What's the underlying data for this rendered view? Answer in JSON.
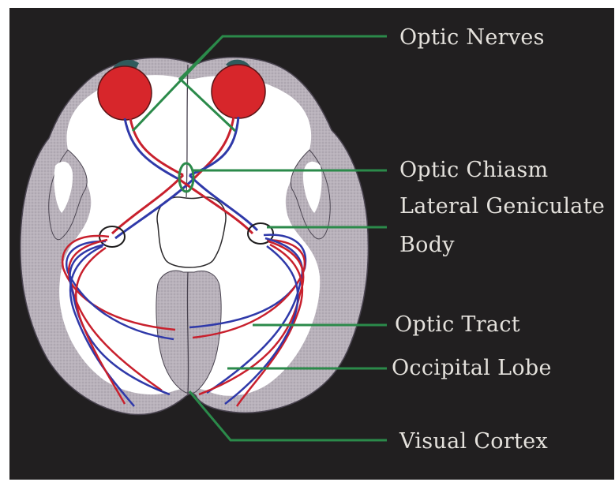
{
  "diagram": {
    "colors": {
      "background": "#211f20",
      "cortex_gray": "#b8b1ba",
      "white_matter": "#ffffff",
      "eye_red": "#d7262b",
      "eye_cap": "#2f5b5c",
      "left_pathway": "#c8202d",
      "right_pathway": "#2f39a9",
      "leader_line": "#2b8a4a",
      "label_text": "#e4e1dc"
    },
    "labels": {
      "optic_nerves": "Optic Nerves",
      "optic_chiasm": "Optic Chiasm",
      "lgb_line1": "Lateral Geniculate",
      "lgb_line2": "Body",
      "optic_tract": "Optic Tract",
      "occipital_lobe": "Occipital Lobe",
      "visual_cortex": "Visual Cortex"
    }
  }
}
